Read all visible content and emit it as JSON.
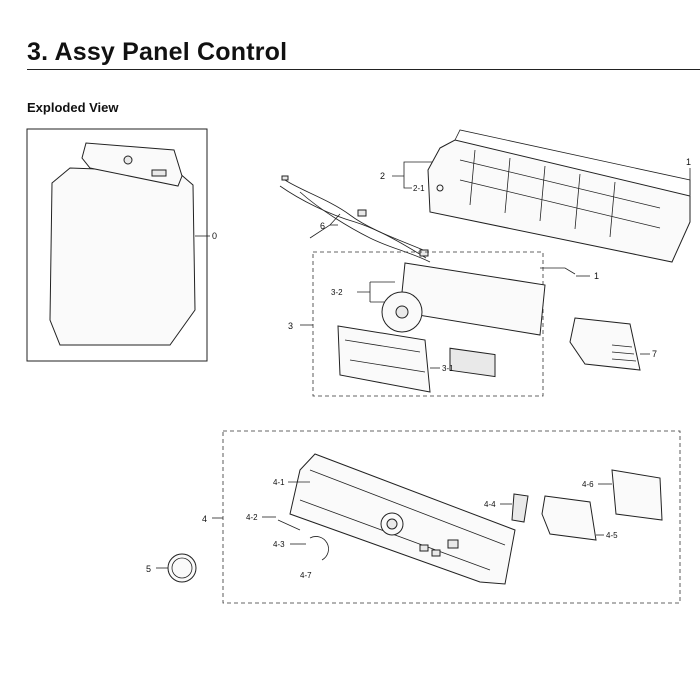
{
  "header": {
    "title": "3.  Assy Panel Control",
    "subtitle": "Exploded View"
  },
  "callouts": {
    "c0": "0",
    "c1_top": "1",
    "c1_pcb": "1",
    "c2": "2",
    "c2_1": "2-1",
    "c3": "3",
    "c3_1": "3-1",
    "c3_2": "3-2",
    "c4": "4",
    "c4_1": "4-1",
    "c4_2": "4-2",
    "c4_3": "4-3",
    "c4_4": "4-4",
    "c4_5": "4-5",
    "c4_6": "4-6",
    "c4_7": "4-7",
    "c5": "5",
    "c6": "6",
    "c7": "7"
  }
}
